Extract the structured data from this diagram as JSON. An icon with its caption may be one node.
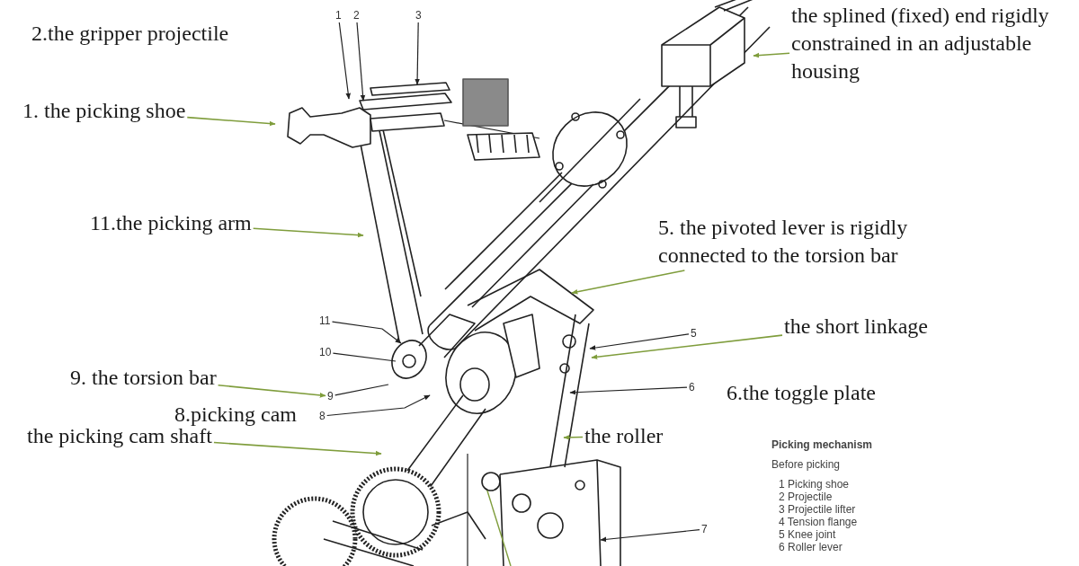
{
  "diagram": {
    "nodes": [
      {
        "text": [
          "1"
        ]
      },
      {
        "text": [
          "2"
        ]
      },
      {
        "text": [
          "3"
        ]
      },
      {
        "text": [
          "the splined (fixed) end rigidly constrained in an adjustable housing"
        ]
      },
      {
        "text": [
          "1. the picking shoe"
        ]
      },
      {
        "text": [
          "11.the picking arm"
        ]
      },
      {
        "text": [
          "5. the pivoted lever is rigidly connected to the torsion bar"
        ]
      },
      {
        "text": [
          "11"
        ]
      },
      {
        "text": [
          "the short linkage"
        ]
      },
      {
        "text": [
          "5"
        ]
      },
      {
        "text": [
          "10"
        ]
      },
      {
        "text": [
          "9. the torsion bar"
        ]
      },
      {
        "text": [
          "9"
        ]
      },
      {
        "text": [
          "6"
        ]
      },
      {
        "text": [
          "8"
        ]
      },
      {
        "text": [
          "the roller"
        ]
      },
      {
        "text": [
          "the picking cam shaft"
        ]
      },
      {
        "text": [
          "7"
        ]
      }
    ],
    "edges": [
      {
        "from": 0,
        "to": null,
        "arrow": "to"
      },
      {
        "from": 1,
        "to": null,
        "arrow": "to"
      },
      {
        "from": 2,
        "to": null,
        "arrow": "to"
      },
      {
        "from": 3,
        "to": null,
        "arrow": "to",
        "color": "#7f9d3c"
      },
      {
        "from": 4,
        "to": null,
        "arrow": "to",
        "color": "#7f9d3c"
      },
      {
        "from": 5,
        "to": null,
        "arrow": "to",
        "color": "#7f9d3c"
      },
      {
        "from": 6,
        "to": null,
        "arrow": "to",
        "color": "#7f9d3c"
      },
      {
        "from": 7,
        "to": null,
        "arrow": "to"
      },
      {
        "from": 8,
        "to": null,
        "arrow": "to",
        "color": "#7f9d3c"
      },
      {
        "from": 9,
        "to": null,
        "arrow": "to"
      },
      {
        "from": 10,
        "to": null,
        "arrow": "none"
      },
      {
        "from": 11,
        "to": 12,
        "arrow": "to",
        "color": "#7f9d3c"
      },
      {
        "from": 12,
        "to": null,
        "arrow": "none"
      },
      {
        "from": 13,
        "to": null,
        "arrow": "to"
      },
      {
        "from": 14,
        "to": null,
        "arrow": "to"
      },
      {
        "from": 15,
        "to": null,
        "arrow": "to",
        "color": "#7f9d3c"
      },
      {
        "from": 16,
        "to": null,
        "arrow": "to",
        "color": "#7f9d3c"
      },
      {
        "from": 17,
        "to": null,
        "arrow": "to"
      }
    ],
    "labels": [
      "2.the gripper projectile",
      "6.the toggle plate",
      "8.picking cam",
      "Picking mechanism",
      "Before picking",
      "1 Picking shoe",
      "2 Projectile",
      "3 Projectile lifter",
      "4 Tension flange",
      "5 Knee joint",
      "6 Roller lever"
    ]
  }
}
